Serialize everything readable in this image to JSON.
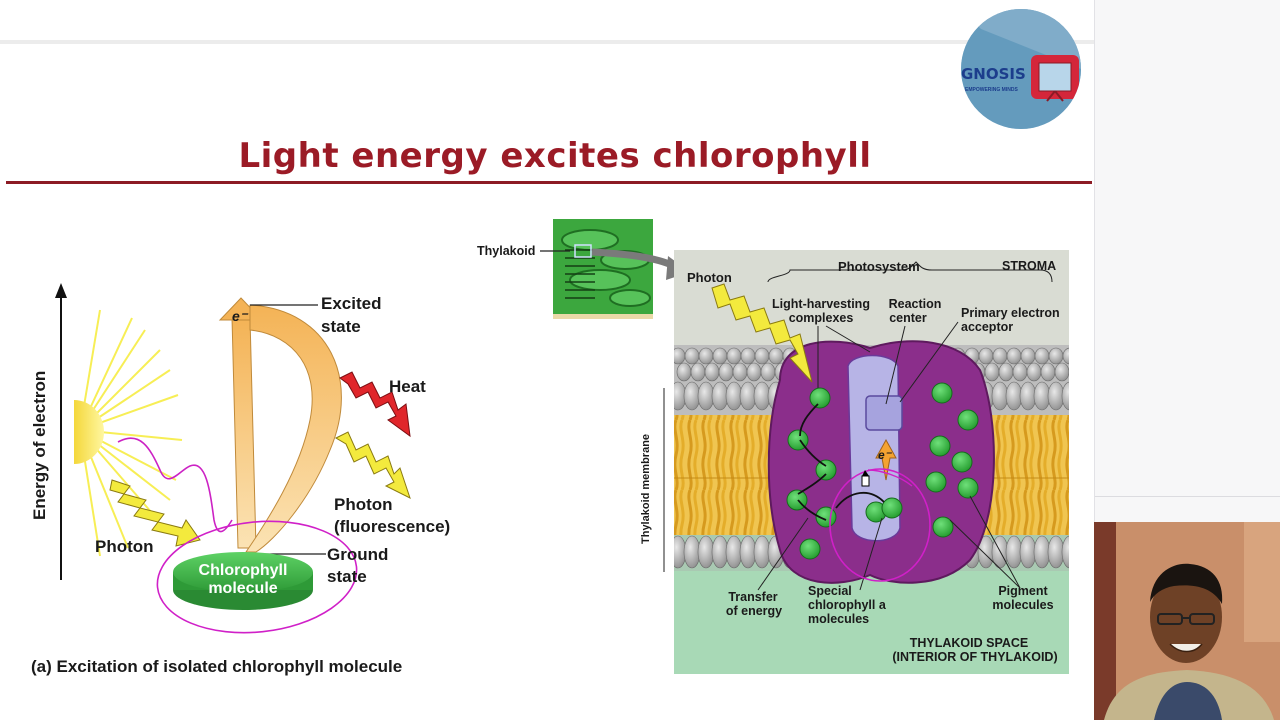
{
  "slide": {
    "title": "Light energy excites chlorophyll",
    "logo_text": "GNOSIS",
    "logo_subtext": "EMPOWERING MINDS"
  },
  "panel_a": {
    "axis_label": "Energy of electron",
    "excited_state": [
      "Excited",
      "state"
    ],
    "heat": "Heat",
    "photon": "Photon",
    "photon_fluorescence": [
      "Photon",
      "(fluorescence)"
    ],
    "ground_state": [
      "Ground",
      "state"
    ],
    "molecule": [
      "Chlorophyll",
      "molecule"
    ],
    "electron": "e⁻",
    "caption": "(a) Excitation of isolated chlorophyll molecule"
  },
  "panel_b": {
    "thylakoid": "Thylakoid",
    "photon": "Photon",
    "photosystem": "Photosystem",
    "stroma": "STROMA",
    "light_harvesting": [
      "Light-harvesting",
      "complexes"
    ],
    "reaction_center": [
      "Reaction",
      "center"
    ],
    "primary_acceptor": [
      "Primary electron",
      "acceptor"
    ],
    "membrane_label": "Thylakoid membrane",
    "electron": "e⁻",
    "transfer": [
      "Transfer",
      "of energy"
    ],
    "special": [
      "Special",
      "chlorophyll a",
      "molecules"
    ],
    "pigment": [
      "Pigment",
      "molecules"
    ],
    "thylakoid_space": [
      "THYLAKOID SPACE",
      "(INTERIOR OF THYLAKOID)"
    ]
  },
  "colors": {
    "title": "#9b1b26",
    "membrane_purple": "#8b2e8b",
    "chlorophyll_green": "#3dbb45",
    "stroma_bg": "#d8dbd2",
    "lumen_bg": "#a6d9b5",
    "annotation_pen": "#d020c8"
  }
}
